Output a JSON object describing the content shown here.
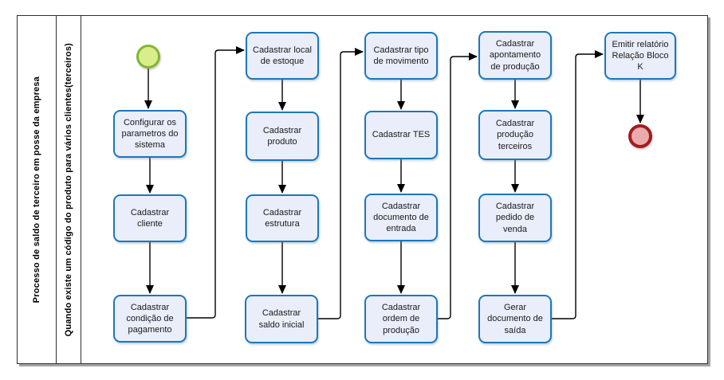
{
  "pool": {
    "title": "Processo de saldo de terceiro em posse da empresa",
    "lane_title": "Quando existe um código do produto para vários clientes(terceiros)"
  },
  "nodes": {
    "start": {
      "type": "start-event"
    },
    "t1": {
      "label": "Configurar os parametros do sistema"
    },
    "t2": {
      "label": "Cadastrar cliente"
    },
    "t3": {
      "label": "Cadastrar condição de pagamento"
    },
    "t4": {
      "label": "Cadastrar local de estoque"
    },
    "t5": {
      "label": "Cadastrar produto"
    },
    "t6": {
      "label": "Cadastrar estrutura"
    },
    "t7": {
      "label": "Cadastrar saldo inicial"
    },
    "t8": {
      "label": "Cadastrar tipo de movimento"
    },
    "t9": {
      "label": "Cadastrar TES"
    },
    "t10": {
      "label": "Cadastrar documento de entrada"
    },
    "t11": {
      "label": "Cadastrar ordem de produção"
    },
    "t12": {
      "label": "Cadastrar apontamento de produção"
    },
    "t13": {
      "label": "Cadastrar produção terceiros"
    },
    "t14": {
      "label": "Cadastrar pedido de venda"
    },
    "t15": {
      "label": "Gerar documento de saída"
    },
    "t16": {
      "label": "Emitir relatório Relação Bloco K"
    },
    "end": {
      "type": "end-event"
    }
  },
  "colors": {
    "task_fill": "#e9eefa",
    "task_border": "#1d77b8",
    "start_fill": "#d9ee8b",
    "start_border": "#82b536",
    "end_fill": "#e9abab",
    "end_border": "#a11d1d",
    "connector": "#000000"
  }
}
